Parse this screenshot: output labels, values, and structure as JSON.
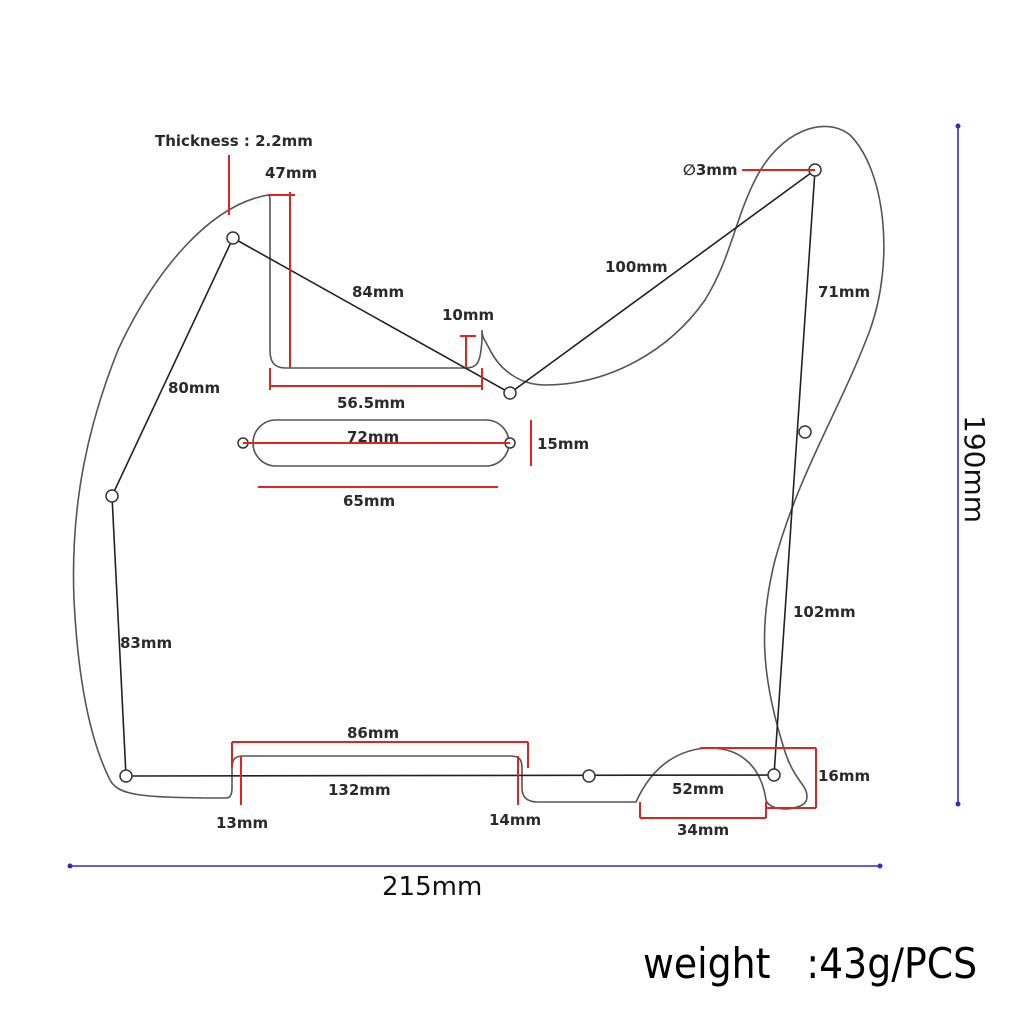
{
  "labels": {
    "thickness": "Thickness : 2.2mm",
    "d47": "47mm",
    "d84": "84mm",
    "d10": "10mm",
    "d56_5": "56.5mm",
    "d80": "80mm",
    "d72": "72mm",
    "d15": "15mm",
    "d65": "65mm",
    "d100": "100mm",
    "hole_dia": "∅3mm",
    "d71": "71mm",
    "d102": "102mm",
    "d83": "83mm",
    "d86": "86mm",
    "d132": "132mm",
    "d13": "13mm",
    "d14": "14mm",
    "d52": "52mm",
    "d34": "34mm",
    "d16": "16mm",
    "width_total": "215mm",
    "height_total": "190mm",
    "weight": "weight   :43g/PCS"
  },
  "colors": {
    "dimension_red": "#e02424",
    "dimension_blue": "#2b2ec7",
    "outline": "#555555",
    "connector": "#222222"
  }
}
